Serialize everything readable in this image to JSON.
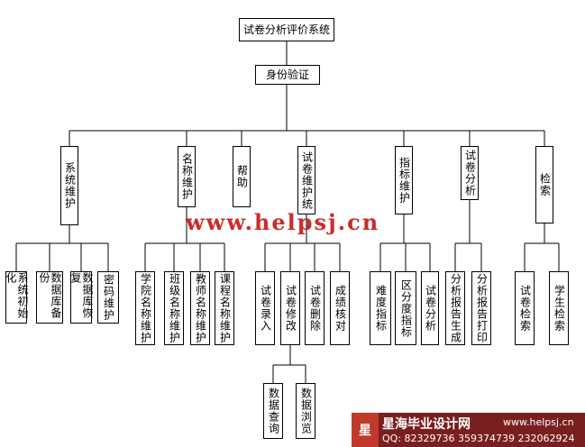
{
  "diagram": {
    "root": "试卷分析评价系统",
    "auth": "身份验证",
    "modules": [
      {
        "label": "系统维护",
        "children": [
          "系统初始化",
          "数据库备份",
          "数据库恢复",
          "密码维护"
        ]
      },
      {
        "label": "名称维护",
        "children": [
          "学院名称维护",
          "班级名称维护",
          "教师名称维护",
          "课程名称维护"
        ]
      },
      {
        "label": "帮助",
        "children": []
      },
      {
        "label": "试卷维护统",
        "children": [
          "试卷录入",
          "试卷修改",
          "试卷删除",
          "成绩核对"
        ]
      },
      {
        "label": "指标维护",
        "children": [
          "难度指标",
          "区分度指标",
          "试卷分析"
        ]
      },
      {
        "label": "试卷分析",
        "children": [
          "分析报告生成",
          "分析报告打印"
        ]
      },
      {
        "label": "检索",
        "children": [
          "试卷检索",
          "学生检索"
        ]
      }
    ],
    "modify_children": [
      "数据查询",
      "数据浏览"
    ]
  },
  "watermark": "www.helpsj.cn",
  "footer": {
    "logo": "星",
    "site": "星海毕业设计网",
    "url": "www.helpsj.cn",
    "qq": "QQ: 82329736  359374739  232062924"
  }
}
